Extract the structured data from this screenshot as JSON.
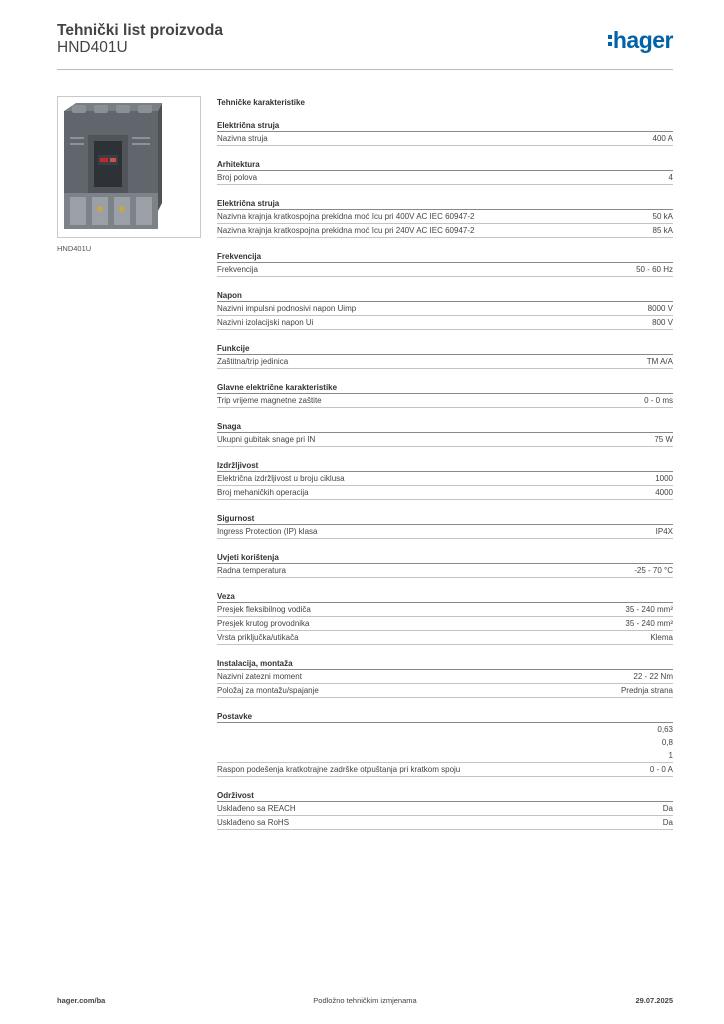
{
  "header": {
    "title": "Tehnički list proizvoda",
    "subtitle": "HND401U",
    "logo_text": "hager",
    "brand_color": "#0063a9"
  },
  "product": {
    "caption": "HND401U"
  },
  "specs": {
    "title": "Tehničke karakteristike",
    "groups": [
      {
        "title": "Električna struja",
        "rows": [
          {
            "label": "Nazivna struja",
            "value": "400 A"
          }
        ]
      },
      {
        "title": "Arhitektura",
        "rows": [
          {
            "label": "Broj polova",
            "value": "4"
          }
        ]
      },
      {
        "title": "Električna struja",
        "rows": [
          {
            "label": "Nazivna krajnja kratkospojna prekidna moć Icu pri 400V AC IEC 60947-2",
            "value": "50 kA"
          },
          {
            "label": "Nazivna krajnja kratkospojna prekidna moć Icu pri 240V AC IEC 60947-2",
            "value": "85 kA"
          }
        ]
      },
      {
        "title": "Frekvencija",
        "rows": [
          {
            "label": "Frekvencija",
            "value": "50 - 60 Hz"
          }
        ]
      },
      {
        "title": "Napon",
        "rows": [
          {
            "label": "Nazivni impulsni podnosivi napon Uimp",
            "value": "8000 V"
          },
          {
            "label": "Nazivni izolacijski napon Ui",
            "value": "800 V"
          }
        ]
      },
      {
        "title": "Funkcije",
        "rows": [
          {
            "label": "Zaštitna/trip jedinica",
            "value": "TM A/A"
          }
        ]
      },
      {
        "title": "Glavne električne karakteristike",
        "rows": [
          {
            "label": "Trip vrijeme magnetne zaštite",
            "value": "0 - 0 ms"
          }
        ]
      },
      {
        "title": "Snaga",
        "rows": [
          {
            "label": "Ukupni gubitak snage pri IN",
            "value": "75 W"
          }
        ]
      },
      {
        "title": "Izdržljivost",
        "rows": [
          {
            "label": "Električna izdržljivost u broju ciklusa",
            "value": "1000"
          },
          {
            "label": "Broj mehaničkih operacija",
            "value": "4000"
          }
        ]
      },
      {
        "title": "Sigurnost",
        "rows": [
          {
            "label": "Ingress Protection (IP) klasa",
            "value": "IP4X"
          }
        ]
      },
      {
        "title": "Uvjeti korištenja",
        "rows": [
          {
            "label": "Radna temperatura",
            "value": "-25 - 70 °C"
          }
        ]
      },
      {
        "title": "Veza",
        "rows": [
          {
            "label": "Presjek fleksibilnog vodiča",
            "value": "35 - 240 mm²"
          },
          {
            "label": "Presjek krutog provodnika",
            "value": "35 - 240 mm²"
          },
          {
            "label": "Vrsta priključka/utikača",
            "value": "Klema"
          }
        ]
      },
      {
        "title": "Instalacija, montaža",
        "rows": [
          {
            "label": "Nazivni zatezni moment",
            "value": "22 - 22 Nm"
          },
          {
            "label": "Položaj za montažu/spajanje",
            "value": "Prednja strana"
          }
        ]
      },
      {
        "title": "Postavke",
        "rows": [
          {
            "label": "",
            "value": "0,63\n0,8\n1"
          },
          {
            "label": "Raspon podešenja kratkotrajne zadrške otpuštanja pri kratkom spoju",
            "value": "0 - 0 A"
          }
        ]
      },
      {
        "title": "Održivost",
        "rows": [
          {
            "label": "Usklađeno sa REACH",
            "value": "Da"
          },
          {
            "label": "Usklađeno sa RoHS",
            "value": "Da"
          }
        ]
      }
    ]
  },
  "footer": {
    "left": "hager.com/ba",
    "center": "Podložno tehničkim izmjenama",
    "right": "29.07.2025"
  }
}
